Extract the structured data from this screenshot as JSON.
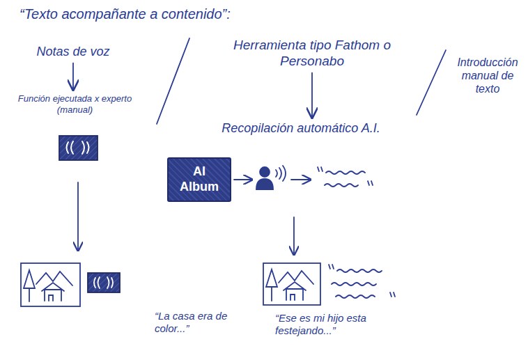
{
  "diagram": {
    "title": "“Texto acompañante a contenido”:",
    "nodes": [
      {
        "text": [
          "Notas de voz"
        ]
      },
      {
        "text": [
          "Función ejecutada x experto (manual)"
        ]
      },
      {
        "text": [
          "Herramienta tipo Fathom o Personabo"
        ]
      },
      {
        "text": [
          "Recopilación automático A.I."
        ]
      },
      {
        "text": [
          "AI Album"
        ]
      }
    ],
    "edges": [
      {
        "from": 0,
        "to": 1,
        "arrow": "to"
      },
      {
        "from": 2,
        "to": 3,
        "arrow": "to"
      }
    ],
    "labels": [
      "Introducción manual de texto",
      "“La casa era de color...”",
      "“Ese es mi hijo esta festejando...”"
    ]
  }
}
